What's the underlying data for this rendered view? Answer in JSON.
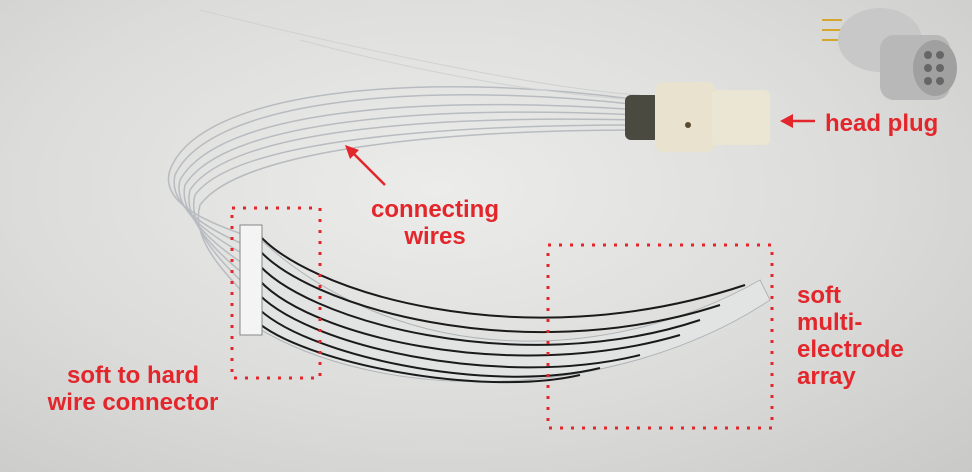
{
  "labels": {
    "head_plug": "head plug",
    "connecting_wires_line1": "connecting",
    "connecting_wires_line2": "wires",
    "connector_line1": "soft to hard",
    "connector_line2": "wire connector",
    "array_line1": "soft",
    "array_line2": "multi-",
    "array_line3": "electrode",
    "array_line4": "array"
  },
  "colors": {
    "annotation": "#e3262b",
    "trace": "#1a1a1a",
    "plug": "#e8e2cf"
  }
}
